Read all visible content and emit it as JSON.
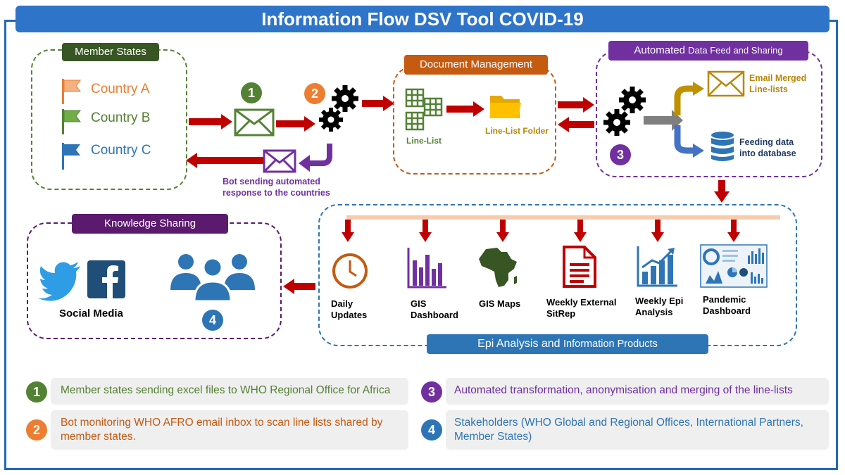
{
  "title": "Information Flow DSV Tool COVID-19",
  "member_states": {
    "tag": "Member States",
    "countries": [
      "Country A",
      "Country B",
      "Country C"
    ]
  },
  "steps": [
    "1",
    "2",
    "3",
    "4"
  ],
  "bot_response": "Bot sending automated response to the  countries",
  "document_management": {
    "tag": "Document Management",
    "line_list": "Line-List",
    "line_list_folder": "Line-List Folder"
  },
  "automated_feed": {
    "tag_part1": "Automated",
    "tag_part2": "Data Feed and Sharing",
    "email_merged": "Email Merged Line-lists",
    "feeding_data": "Feeding data into database"
  },
  "epi_products": {
    "tag_part1": "Epi Analysis and",
    "tag_part2": "Information Products",
    "items": [
      {
        "label": "Daily Updates",
        "icon": "clock-icon"
      },
      {
        "label": "GIS Dashboard",
        "icon": "bar-chart-icon"
      },
      {
        "label": "GIS Maps",
        "icon": "africa-map-icon"
      },
      {
        "label": "Weekly External SitRep",
        "icon": "document-icon"
      },
      {
        "label": "Weekly Epi Analysis",
        "icon": "trend-chart-icon"
      },
      {
        "label": "Pandemic Dashboard",
        "icon": "dashboard-icon"
      }
    ]
  },
  "knowledge_sharing": {
    "tag": "Knowledge Sharing",
    "social_media": "Social Media"
  },
  "legend": [
    {
      "num": "1",
      "text": "Member states sending excel files to WHO Regional Office for Africa"
    },
    {
      "num": "2",
      "text": "Bot monitoring WHO AFRO email inbox to scan line lists shared by member states."
    },
    {
      "num": "3",
      "text": "Automated transformation, anonymisation and merging of the line-lists"
    },
    {
      "num": "4",
      "text": "Stakeholders (WHO Global and Regional Offices, International Partners, Member States)"
    }
  ],
  "colors": {
    "title_blue": "#2e74c9",
    "green": "#538135",
    "orange": "#c55a11",
    "purple": "#7030a0",
    "blue": "#2e75b6",
    "arrow_red": "#c00000",
    "dark_purple": "#5b1a6e",
    "gold": "#b8860b"
  }
}
